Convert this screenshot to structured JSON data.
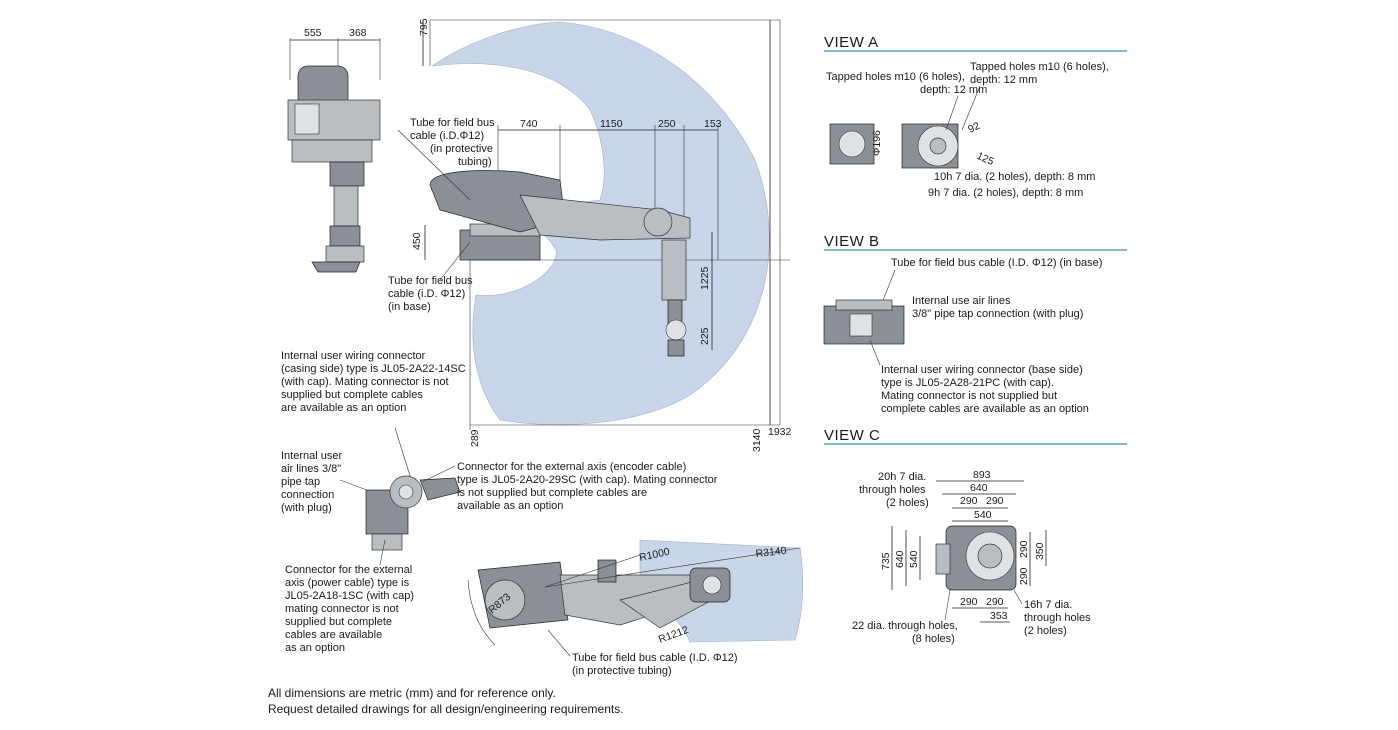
{
  "colors": {
    "envelope": "#c9d6ea",
    "view_rule": "#3a8fb7",
    "robot_body": "#b9bec3",
    "robot_dark": "#8a9096"
  },
  "views": {
    "a": {
      "title": "VIEW A",
      "labels": {
        "tapped_m10_left": [
          "Tapped holes m10 (6 holes),",
          "depth: 12 mm"
        ],
        "tapped_m10_right": [
          "Tapped holes m10 (6 holes),",
          "depth: 12 mm"
        ],
        "h10h7": "10h 7 dia. (2 holes), depth: 8 mm",
        "h9h7": "9h 7 dia. (2 holes), depth: 8 mm"
      },
      "dims": {
        "d196": "Φ196",
        "d92": "92",
        "d125": "125"
      }
    },
    "b": {
      "title": "VIEW B",
      "labels": {
        "tube_base": "Tube for field bus cable (I.D. Φ12) (in base)",
        "air_lines": [
          "Internal use air lines",
          "3/8\" pipe tap connection (with plug)"
        ],
        "wiring_base": [
          "Internal user wiring connector (base side)",
          "type is JL05-2A28-21PC (with cap).",
          "Mating connector is not supplied but",
          "complete cables are available as an option"
        ]
      }
    },
    "c": {
      "title": "VIEW C",
      "labels": {
        "holes20": [
          "20h 7 dia.",
          "through holes",
          "(2 holes)"
        ],
        "holes22": [
          "22 dia. through holes,",
          "(8 holes)"
        ],
        "holes16": [
          "16h 7 dia.",
          "through holes",
          "(2 holes)"
        ]
      },
      "dims": {
        "d893": "893",
        "d640": "640",
        "d290a": "290",
        "d290b": "290",
        "d540": "540",
        "d735": "735",
        "d640v": "640",
        "d540v": "540",
        "d290v1": "290",
        "d290v2": "290",
        "d350": "350",
        "d290c": "290",
        "d290d": "290",
        "d353": "353"
      }
    }
  },
  "top_view": {
    "dims": {
      "d555": "555",
      "d368": "368"
    }
  },
  "side_view": {
    "dims": {
      "d795": "795",
      "d740": "740",
      "d1150": "1150",
      "d250": "250",
      "d153": "153",
      "d450": "450",
      "d1225": "1225",
      "d225": "225",
      "d289": "289",
      "d3140": "3140",
      "d1932": "1932"
    },
    "labels": {
      "tube_protective": [
        "Tube for field bus",
        "cable (i.D.Φ12)",
        "(in protective",
        "tubing)"
      ],
      "tube_base": [
        "Tube for field bus",
        "cable (i.D. Φ12)",
        "(in base)"
      ]
    }
  },
  "casing_labels": {
    "wiring_casing": [
      "Internal user wiring connector",
      "(casing side) type is JL05-2A22-14SC",
      "(with cap). Mating connector is not",
      "supplied but complete cables",
      "are available as an option"
    ],
    "air_lines": [
      "Internal user",
      "air lines 3/8\"",
      "pipe tap",
      "connection",
      "(with plug)"
    ],
    "encoder": [
      "Connector for the external axis (encoder cable)",
      "type is JL05-2A20-29SC (with cap). Mating connector",
      "is not supplied but complete cables are",
      "available as an option"
    ],
    "power": [
      "Connector for the external",
      "axis (power cable) type is",
      "JL05-2A18-1SC (with cap)",
      "mating connector is not",
      "supplied but complete",
      "cables are available",
      "as an option"
    ]
  },
  "plan_view": {
    "dims": {
      "r1000": "R1000",
      "r3140": "R3140",
      "r873": "R873",
      "r1212": "R1212"
    },
    "labels": {
      "tube_protective": [
        "Tube for field bus cable (I.D. Φ12)",
        "(in protective tubing)"
      ]
    }
  },
  "footer": {
    "line1": "All dimensions are metric (mm) and for reference only.",
    "line2": "Request detailed drawings for all design/engineering requirements."
  }
}
